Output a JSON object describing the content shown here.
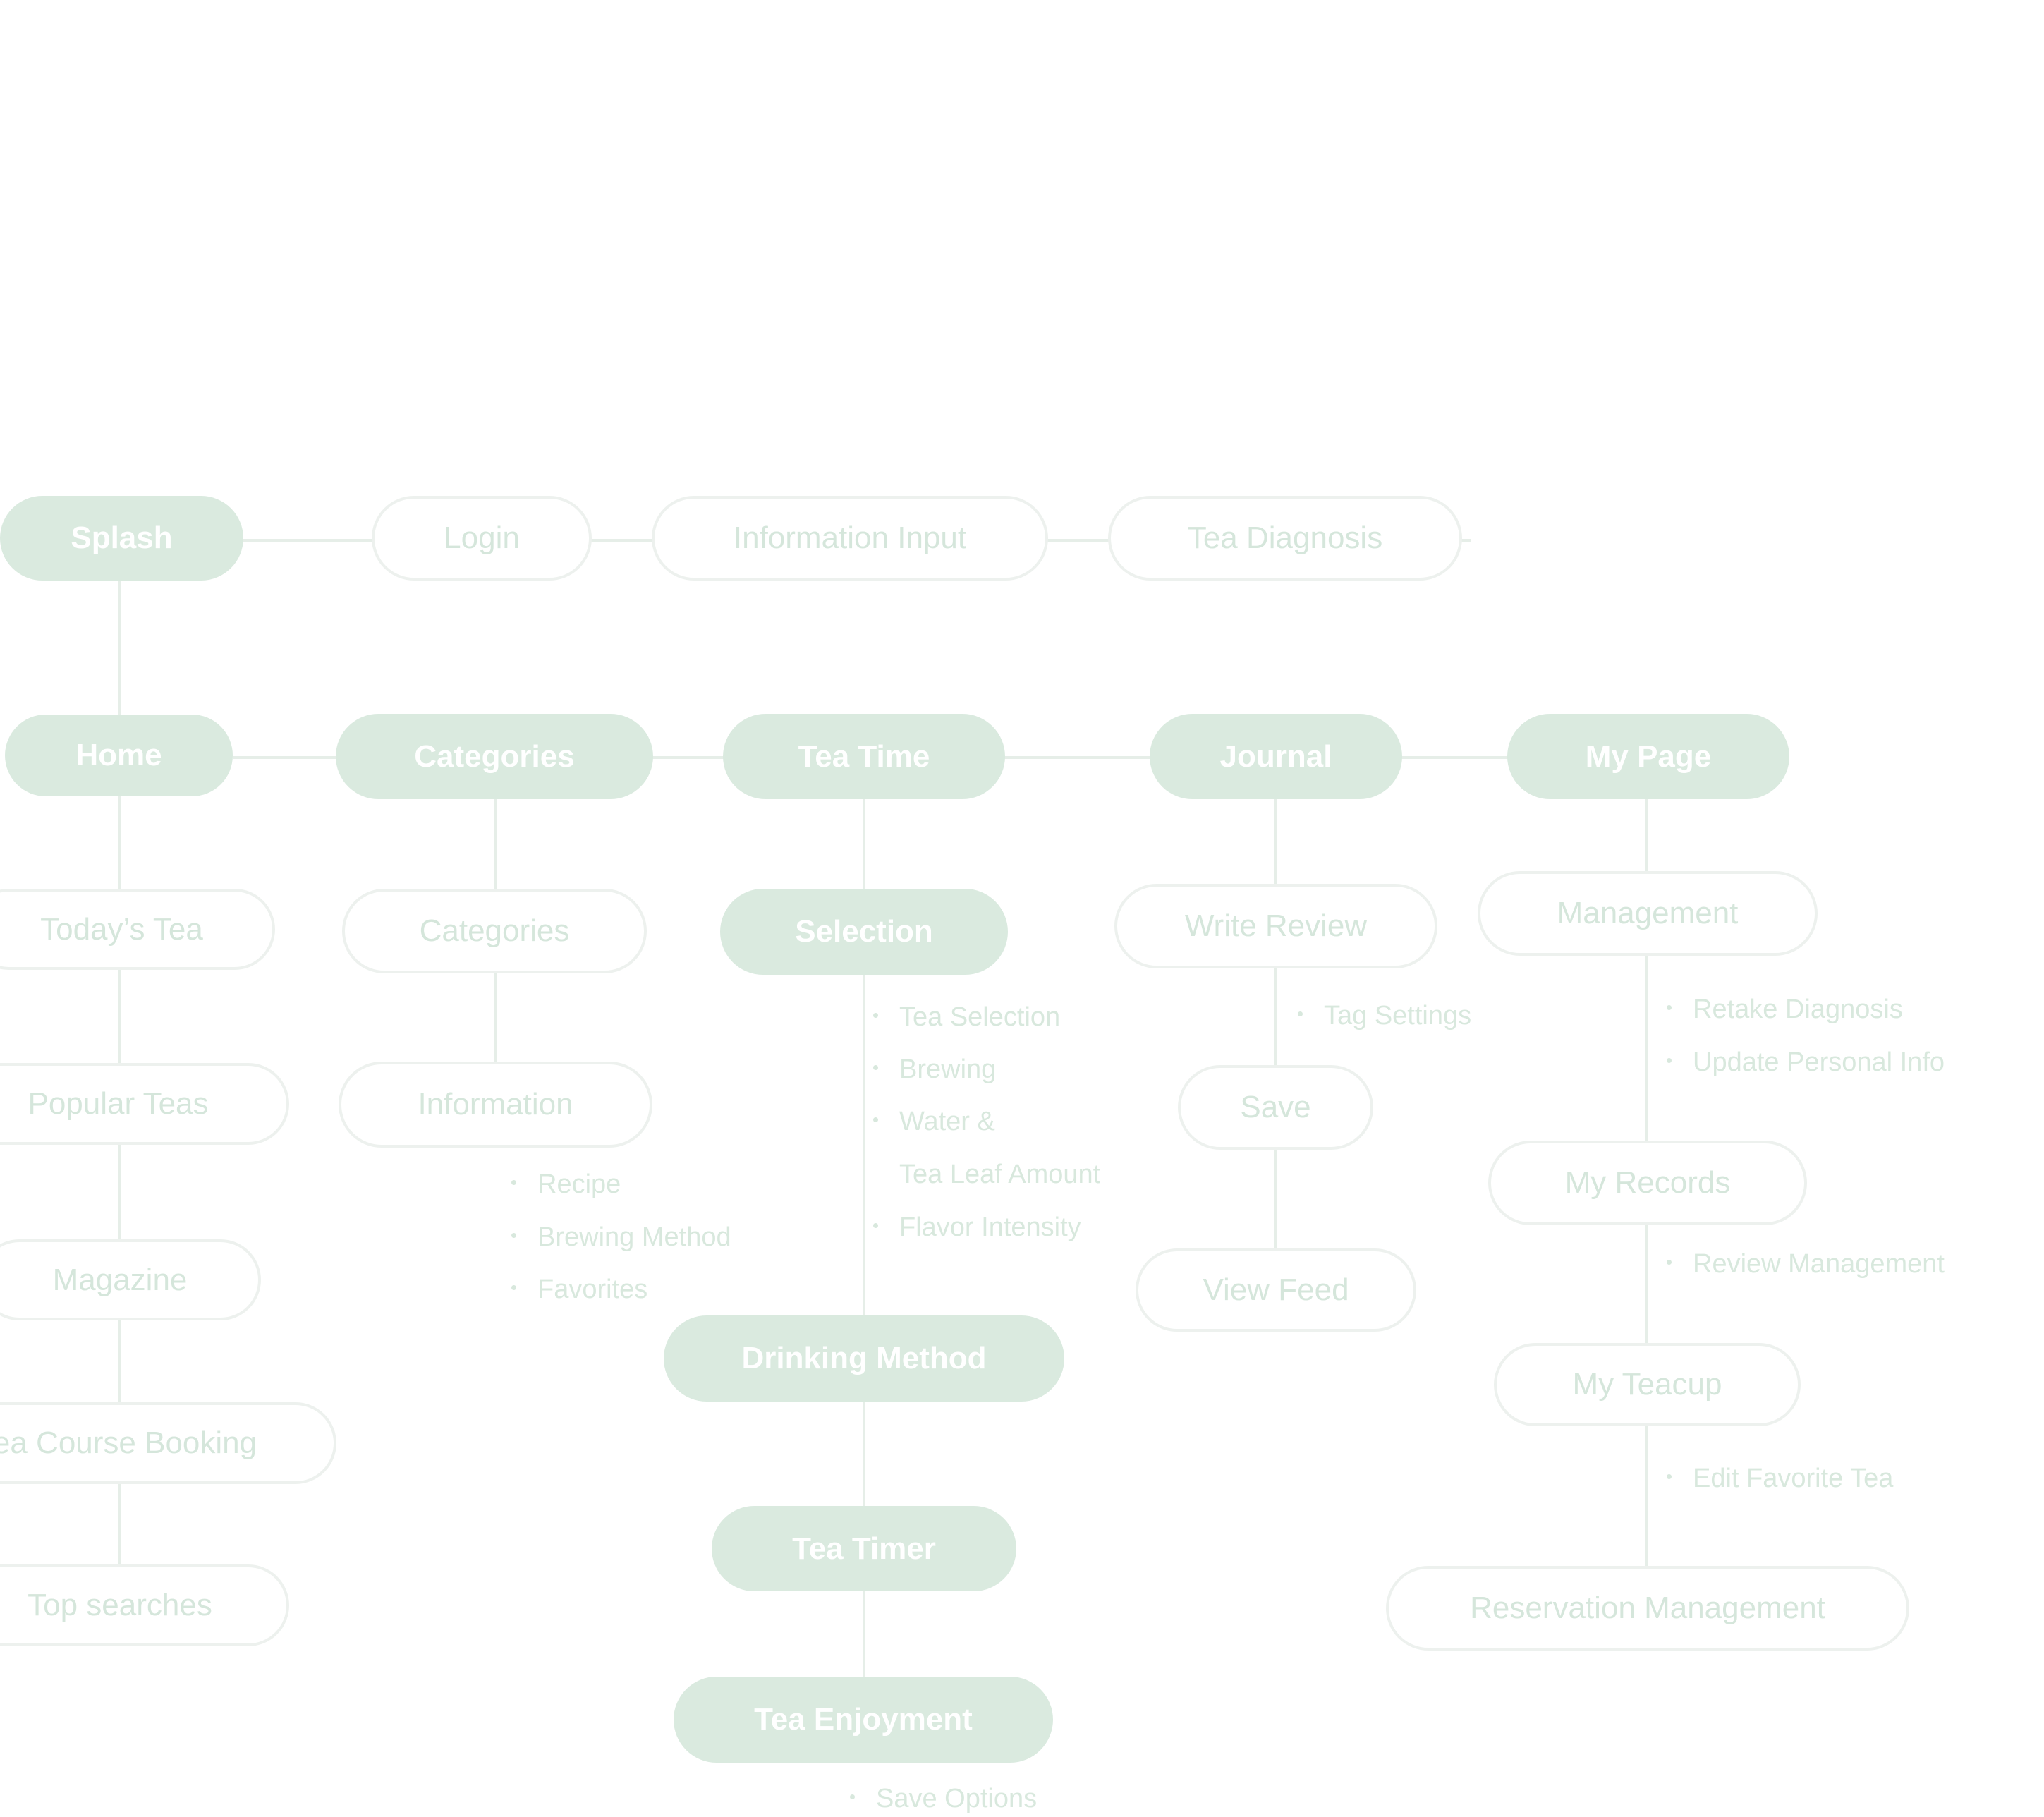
{
  "colors": {
    "primary_node_fill": "#daeadf",
    "secondary_node_border": "#edf1ee",
    "secondary_node_text": "#d5e6db",
    "connector": "#e6eee8",
    "note_text": "#d8e8dd"
  },
  "onboarding": {
    "splash": "Splash",
    "login": "Login",
    "information_input": "Information Input",
    "tea_diagnosis": "Tea Diagnosis"
  },
  "main_nav": {
    "home": "Home",
    "categories": "Categories",
    "tea_time": "Tea Time",
    "journal": "Journal",
    "my_page": "My Page"
  },
  "home_branch": {
    "todays_tea": "Today’s Tea",
    "popular_teas": "Popular Teas",
    "magazine": "Magazine",
    "tea_course_booking": "ea Course Booking",
    "top_searches": "Top searches"
  },
  "categories_branch": {
    "categories": "Categories",
    "information": "Information",
    "notes": [
      "Recipe",
      "Brewing Method",
      "Favorites"
    ]
  },
  "tea_time_branch": {
    "selection": "Selection",
    "selection_notes": [
      "Tea Selection",
      "Brewing",
      "Water &",
      "Tea Leaf Amount",
      "Flavor Intensity"
    ],
    "drinking_method": "Drinking Method",
    "tea_timer": "Tea Timer",
    "tea_enjoyment": "Tea Enjoyment",
    "enjoyment_notes": [
      "Save Options"
    ]
  },
  "journal_branch": {
    "write_review": "Write Review",
    "review_notes": [
      "Tag Settings"
    ],
    "save": "Save",
    "view_feed": "View Feed"
  },
  "my_page_branch": {
    "management": "Management",
    "management_notes": [
      "Retake Diagnosis",
      "Update Personal Info"
    ],
    "my_records": "My Records",
    "records_notes": [
      "Review Management"
    ],
    "my_teacup": "My Teacup",
    "teacup_notes": [
      "Edit Favorite Tea"
    ],
    "reservation_management": "Reservation Management"
  }
}
